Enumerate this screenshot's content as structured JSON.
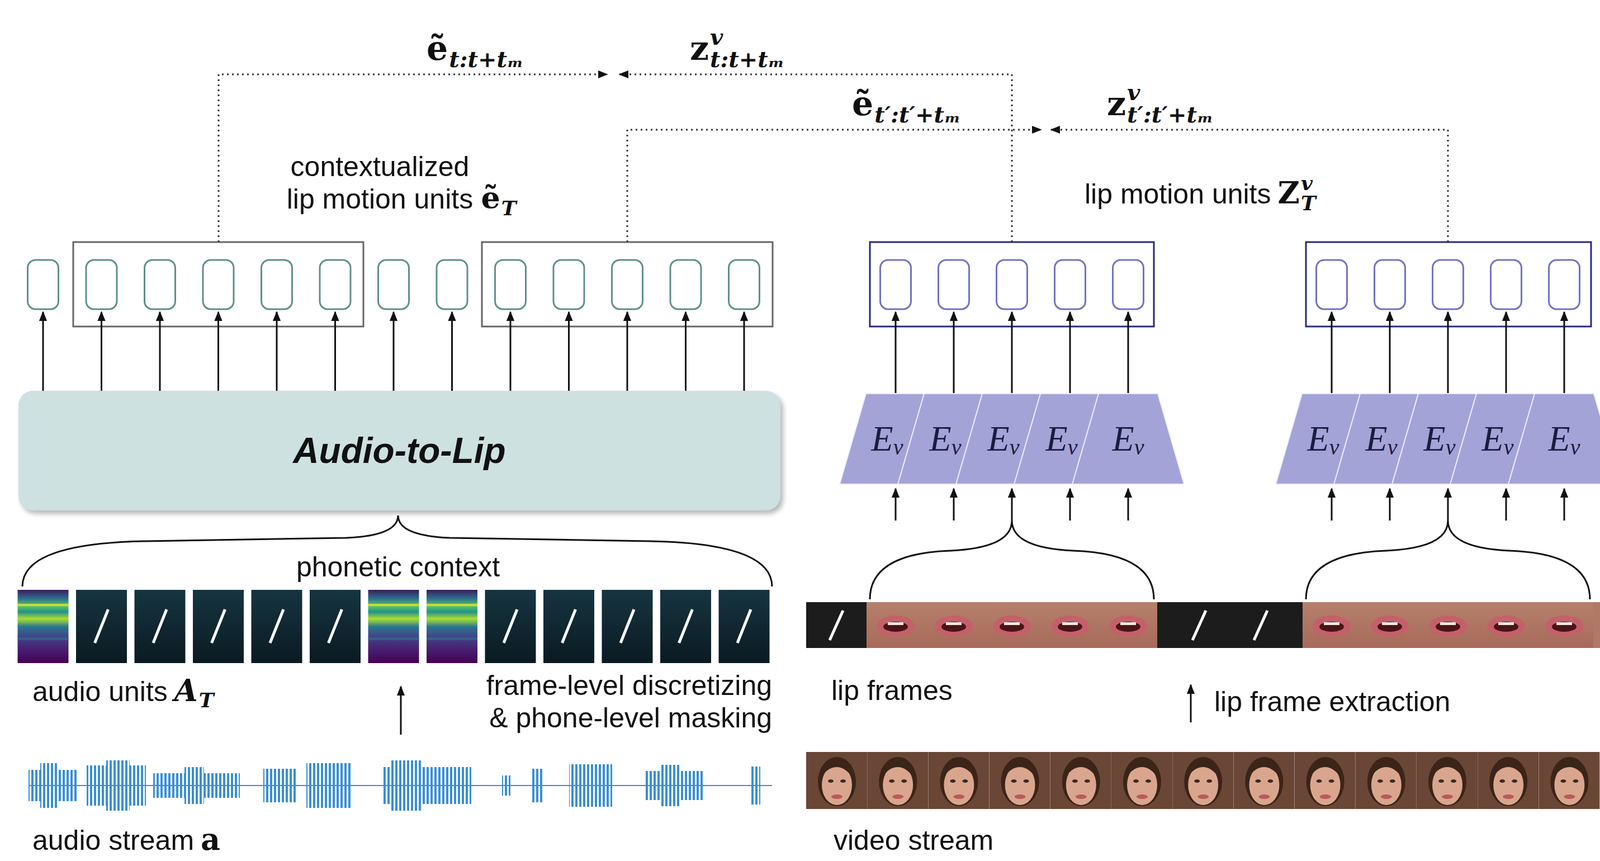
{
  "diagram": {
    "nodes": [
      {
        "text": [
          "Audio-to-Lip"
        ]
      },
      {
        "text": [
          "E",
          "v"
        ]
      },
      {
        "text": [
          "E",
          "v"
        ]
      },
      {
        "text": [
          "E",
          "v"
        ]
      },
      {
        "text": [
          "E",
          "v"
        ]
      },
      {
        "text": [
          "E",
          "v"
        ]
      },
      {
        "text": [
          "E",
          "v"
        ]
      },
      {
        "text": [
          "E",
          "v"
        ]
      },
      {
        "text": [
          "E",
          "v"
        ]
      },
      {
        "text": [
          "E",
          "v"
        ]
      },
      {
        "text": [
          "E",
          "v"
        ]
      }
    ],
    "labels": [
      "ẽ",
      "t:t+tₘ",
      "z",
      "v",
      "t:t+tₘ",
      "ẽ",
      "t′:t′+tₘ",
      "z",
      "v",
      "t′:t′+tₘ",
      "contextualized lip motion units",
      "ẽ",
      "T",
      "lip motion units",
      "Z",
      "v",
      "T",
      "phonetic context",
      "audio units",
      "A",
      "T",
      "frame-level discretizing & phone-level masking",
      "audio stream",
      "a",
      "lip frames",
      "lip frame extraction",
      "video stream"
    ]
  }
}
